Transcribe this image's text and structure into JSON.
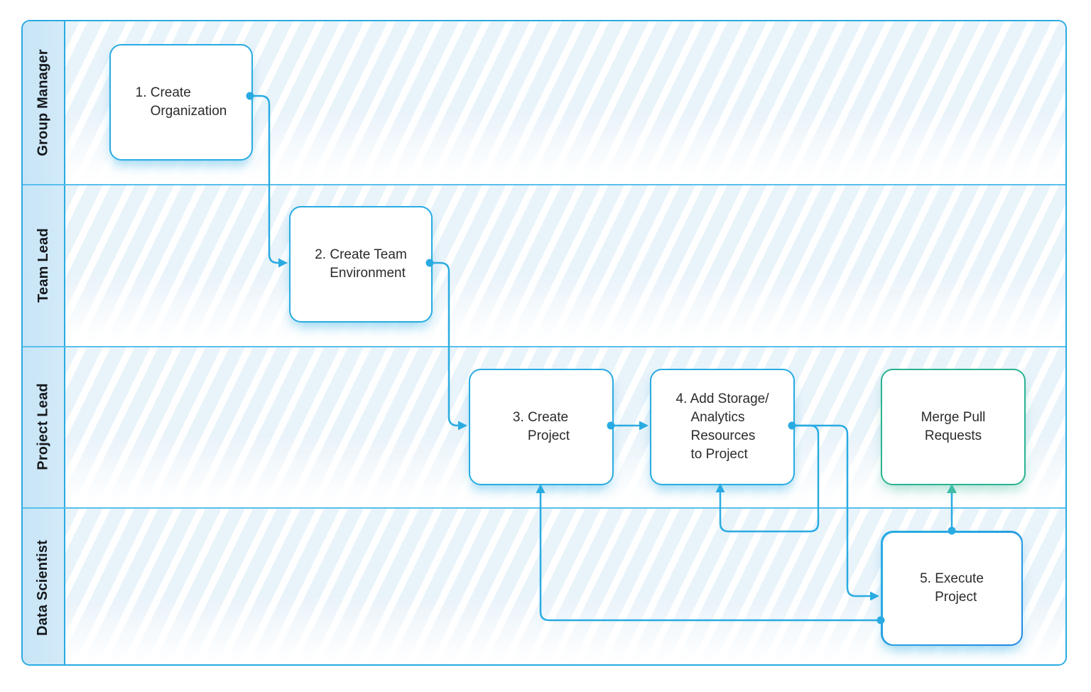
{
  "lanes": [
    {
      "label": "Group Manager"
    },
    {
      "label": "Team Lead"
    },
    {
      "label": "Project Lead"
    },
    {
      "label": "Data Scientist"
    }
  ],
  "boxes": [
    {
      "id": "create-organization",
      "lane": "Group Manager",
      "border": "blue",
      "lines": [
        "1. Create",
        "Organization"
      ]
    },
    {
      "id": "create-team-environment",
      "lane": "Team Lead",
      "border": "blue",
      "lines": [
        "2. Create Team",
        "Environment"
      ]
    },
    {
      "id": "create-project",
      "lane": "Project Lead",
      "border": "blue",
      "lines": [
        "3. Create",
        "Project"
      ]
    },
    {
      "id": "add-storage-analytics-resources",
      "lane": "Project Lead",
      "border": "blue",
      "lines": [
        "4. Add Storage/",
        "Analytics",
        "Resources",
        "to Project"
      ]
    },
    {
      "id": "merge-pull-requests",
      "lane": "Project Lead",
      "border": "green",
      "lines": [
        "Merge Pull",
        "Requests"
      ]
    },
    {
      "id": "execute-project",
      "lane": "Data Scientist",
      "border": "blue-gradient",
      "lines": [
        "5. Execute",
        "Project"
      ]
    }
  ],
  "connections": [
    {
      "from": "create-organization",
      "to": "create-team-environment"
    },
    {
      "from": "create-team-environment",
      "to": "create-project"
    },
    {
      "from": "create-project",
      "to": "add-storage-analytics-resources"
    },
    {
      "from": "add-storage-analytics-resources",
      "to": "execute-project"
    },
    {
      "from": "add-storage-analytics-resources",
      "to": "add-storage-analytics-resources",
      "style": "loop-into-bottom"
    },
    {
      "from": "execute-project",
      "to": "create-project",
      "style": "feedback"
    },
    {
      "from": "execute-project",
      "to": "merge-pull-requests"
    }
  ],
  "colors": {
    "accent_blue": "#29abe2",
    "accent_green": "#2ab391",
    "teal_arrowhead": "#3ebca4",
    "lane_header_fill": "#cbe7f7",
    "stripe_tint": "#e9f3fa",
    "text": "#2b2b2b"
  }
}
